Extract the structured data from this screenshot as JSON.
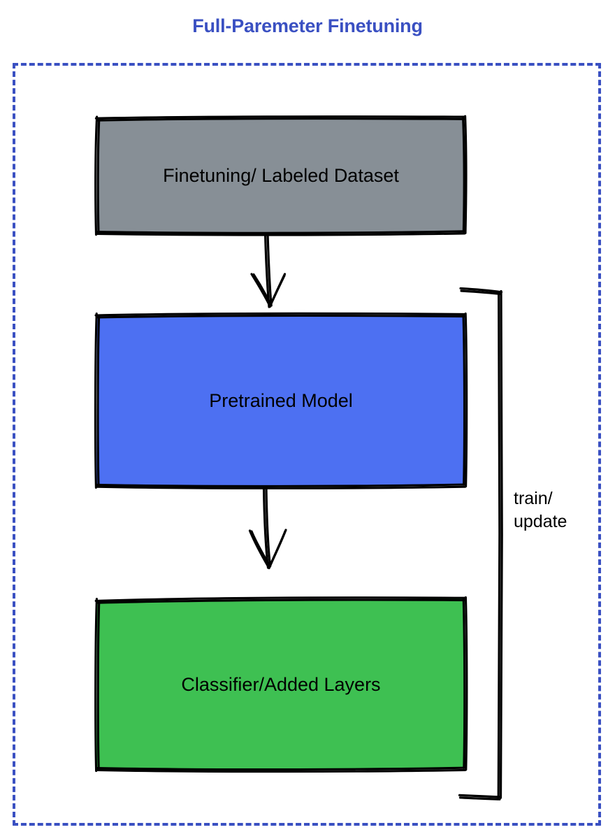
{
  "diagram": {
    "title": "Full-Paremeter Finetuning",
    "title_color": "#3a50c2",
    "frame": {
      "name": "dashed-boundary",
      "style": "dashed",
      "color": "#3a50c2"
    },
    "nodes": [
      {
        "id": "dataset",
        "label": "Finetuning/ Labeled Dataset",
        "fill": "#878f96",
        "stroke": "#000000",
        "shape": "rectangle"
      },
      {
        "id": "pretrained",
        "label": "Pretrained Model",
        "fill": "#4d70f2",
        "stroke": "#000000",
        "shape": "rectangle"
      },
      {
        "id": "classifier",
        "label": "Classifier/Added Layers",
        "fill": "#3ec052",
        "stroke": "#000000",
        "shape": "rectangle"
      }
    ],
    "edges": [
      {
        "id": "dataset-to-pretrained",
        "from": "dataset",
        "to": "pretrained",
        "label": "",
        "style": "arrow-down"
      },
      {
        "id": "pretrained-to-classifier",
        "from": "pretrained",
        "to": "classifier",
        "label": "",
        "style": "arrow-down"
      },
      {
        "id": "train-update-bracket",
        "from": "pretrained",
        "to": "classifier",
        "label_line1": "train/",
        "label_line2": "update",
        "style": "bracket-right"
      }
    ]
  }
}
